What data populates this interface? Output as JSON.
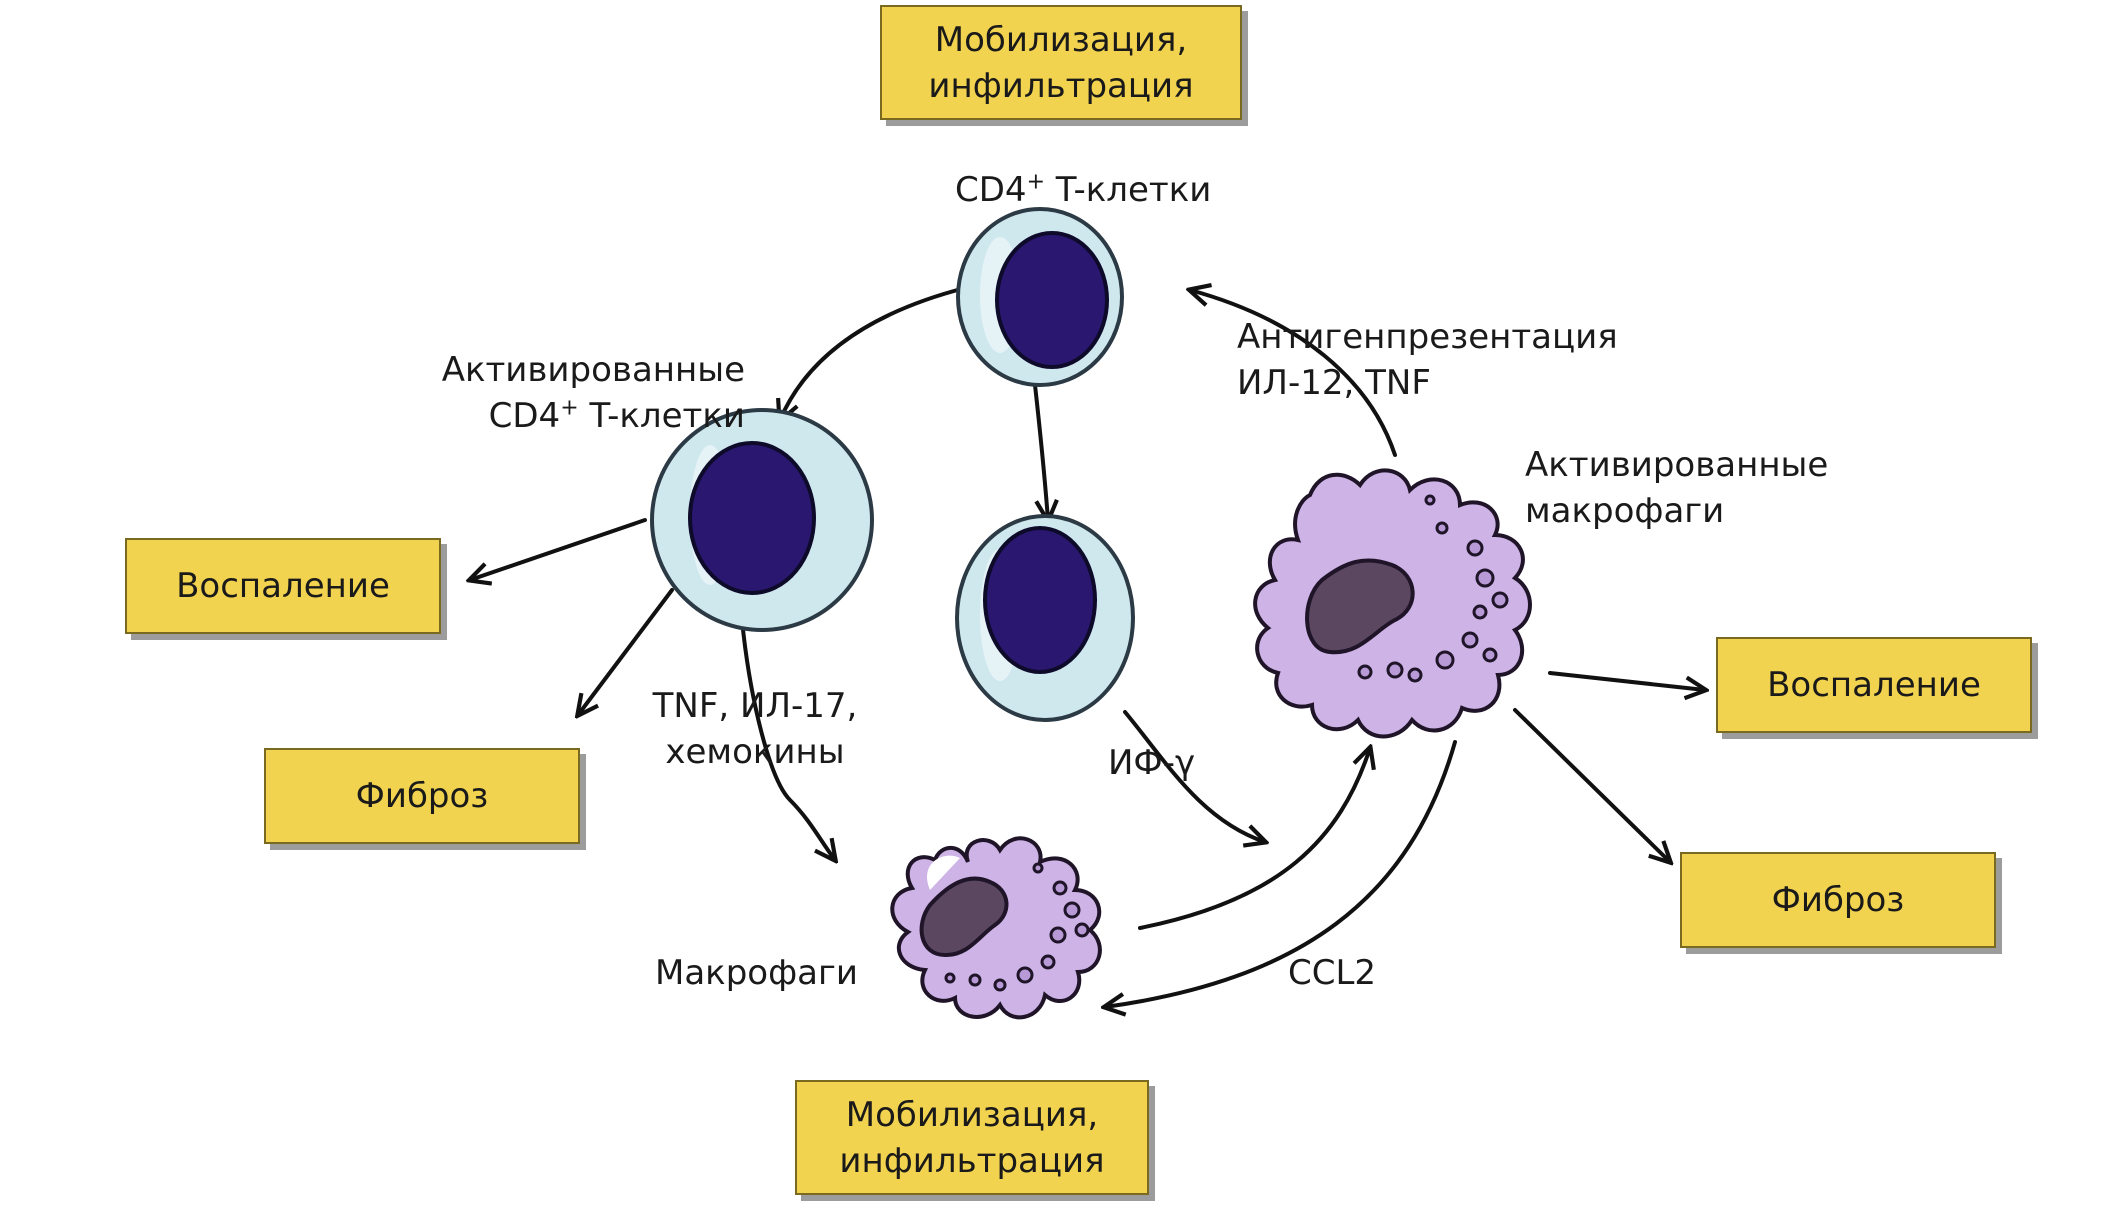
{
  "boxes": {
    "mobilization_top": [
      "Мобилизация,",
      "инфильтрация"
    ],
    "mobilization_bottom": [
      "Мобилизация,",
      "инфильтрация"
    ],
    "inflammation_left": "Воспаление",
    "fibrosis_left": "Фиброз",
    "inflammation_right": "Воспаление",
    "fibrosis_right": "Фиброз"
  },
  "labels": {
    "cd4_main": "CD4",
    "cd4_main_sup": "+",
    "cd4_main_rest": " T-клетки",
    "activated_cd4_line1": "Активированные",
    "activated_cd4_prefix": "CD4",
    "activated_cd4_sup": "+",
    "activated_cd4_rest": " T-клетки",
    "antigen_line1": "Антигенпрезентация",
    "antigen_line2": "ИЛ-12, TNF",
    "activated_macro_line1": "Активированные",
    "activated_macro_line2": "макрофаги",
    "tnf_line1": "TNF, ИЛ-17,",
    "tnf_line2": "хемокины",
    "ifn": "ИФ-γ",
    "macrophages": "Макрофаги",
    "ccl2": "CCL2"
  },
  "colors": {
    "box_fill": "#f2d34f",
    "tcell_membrane": "#cfe8ee",
    "tcell_nucleus": "#2a1770",
    "macrophage_body": "#cdb3e6",
    "macrophage_nucleus": "#5b4760"
  }
}
